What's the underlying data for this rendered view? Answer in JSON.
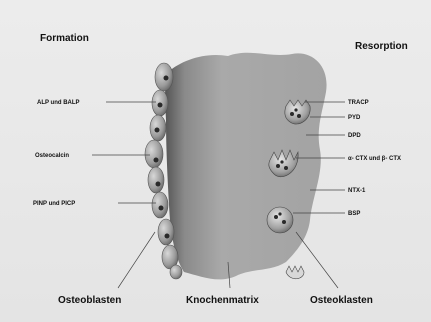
{
  "diagram": {
    "headings": {
      "formation": "Formation",
      "resorption": "Resorption"
    },
    "formation_markers": [
      "ALP und BALP",
      "Osteocalcin",
      "PINP und PICP"
    ],
    "resorption_markers": [
      "TRACP",
      "PYD",
      "DPD",
      "α- CTX und β- CTX",
      "NTX-1",
      "BSP"
    ],
    "bottom_labels": {
      "osteoblasts": "Osteoblasten",
      "matrix": "Knochenmatrix",
      "osteoclasts": "Osteoklasten"
    }
  }
}
